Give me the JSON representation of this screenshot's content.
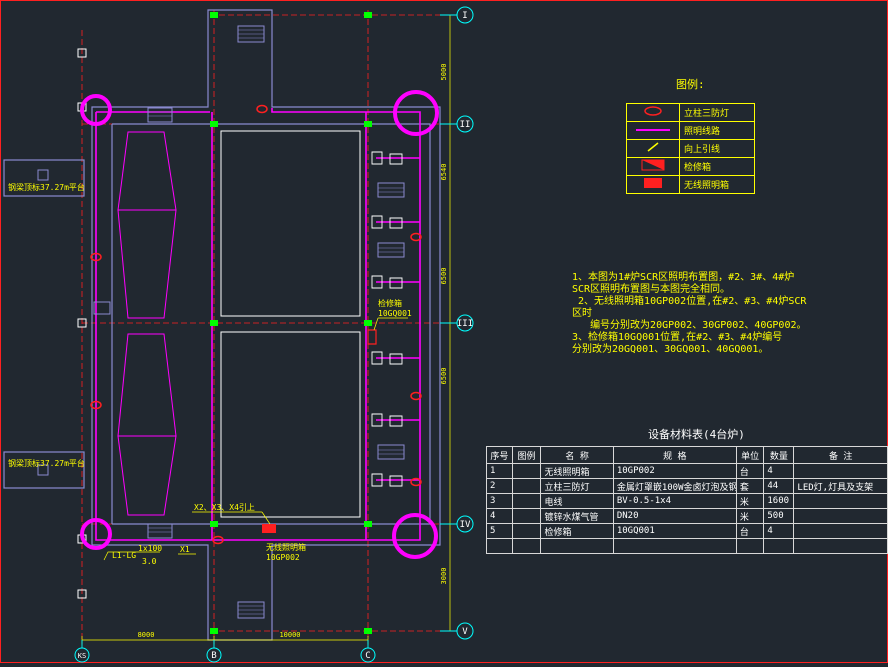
{
  "axes": {
    "horizontal": [
      "I",
      "II",
      "III",
      "IV",
      "V"
    ],
    "vertical": [
      "KS",
      "B",
      "C"
    ]
  },
  "dimensions": {
    "bottom_left": "8000",
    "bottom_right": "10000",
    "right_1": "5000",
    "right_2": "6540",
    "right_3": "6500",
    "right_4": "6500",
    "right_5": "3000"
  },
  "legend": {
    "title": "图例:",
    "items": [
      {
        "label": "立柱三防灯",
        "icon": "lamp-icon"
      },
      {
        "label": "照明线路",
        "icon": "line-icon"
      },
      {
        "label": "向上引线",
        "icon": "arrow-up-icon"
      },
      {
        "label": "检修箱",
        "icon": "maint-box-icon"
      },
      {
        "label": "无线照明箱",
        "icon": "light-box-icon"
      }
    ]
  },
  "notes": [
    "1、本图为1#炉SCR区照明布置图，#2、3#、4#炉",
    "SCR区照明布置图与本图完全相同。",
    " 2、无线照明箱10GP002位置,在#2、#3、#4炉SCR区时",
    "   编号分别改为20GP002、30GP002、40GP002。",
    "3、检修箱10GQ001位置,在#2、#3、#4炉编号",
    "分别改为20GQ001、30GQ001、40GQ001。"
  ],
  "table": {
    "title": "设备材料表(4台炉)",
    "headers": [
      "序号",
      "图例",
      "名 称",
      "规 格",
      "单位",
      "数量",
      "备 注"
    ],
    "rows": [
      [
        "1",
        "",
        "无线照明箱",
        "10GP002",
        "台",
        "4",
        ""
      ],
      [
        "2",
        "",
        "立柱三防灯",
        "金属灯罩嵌100W金卤灯泡及钢管",
        "套",
        "44",
        "LED灯,灯具及支架"
      ],
      [
        "3",
        "",
        "电线",
        "BV-0.5-1x4",
        "米",
        "1600",
        ""
      ],
      [
        "4",
        "",
        "镀锌水煤气管",
        "DN20",
        "米",
        "500",
        ""
      ],
      [
        "5",
        "",
        "检修箱",
        "10GQ001",
        "台",
        "4",
        ""
      ]
    ]
  },
  "labels": {
    "left_upper": "钢梁顶标37.27m平台",
    "left_lower": "钢梁顶标37.27m平台",
    "maint_box": "检修箱\n10GQ001",
    "light_box": "无线照明箱\n10GP002",
    "cable_note": "X2、X3、X4引上",
    "cable_tag": "X1",
    "wire_code_top": "L1-LG",
    "wire_code_num": "1x100",
    "wire_code_sub": "3.0"
  },
  "colors": {
    "background": "#212830",
    "wall": "#8a8ad0",
    "wire": "#ff00ff",
    "axis": "#00ffff",
    "dim": "#ffff00",
    "red": "#ff2020",
    "green": "#00ff00"
  }
}
